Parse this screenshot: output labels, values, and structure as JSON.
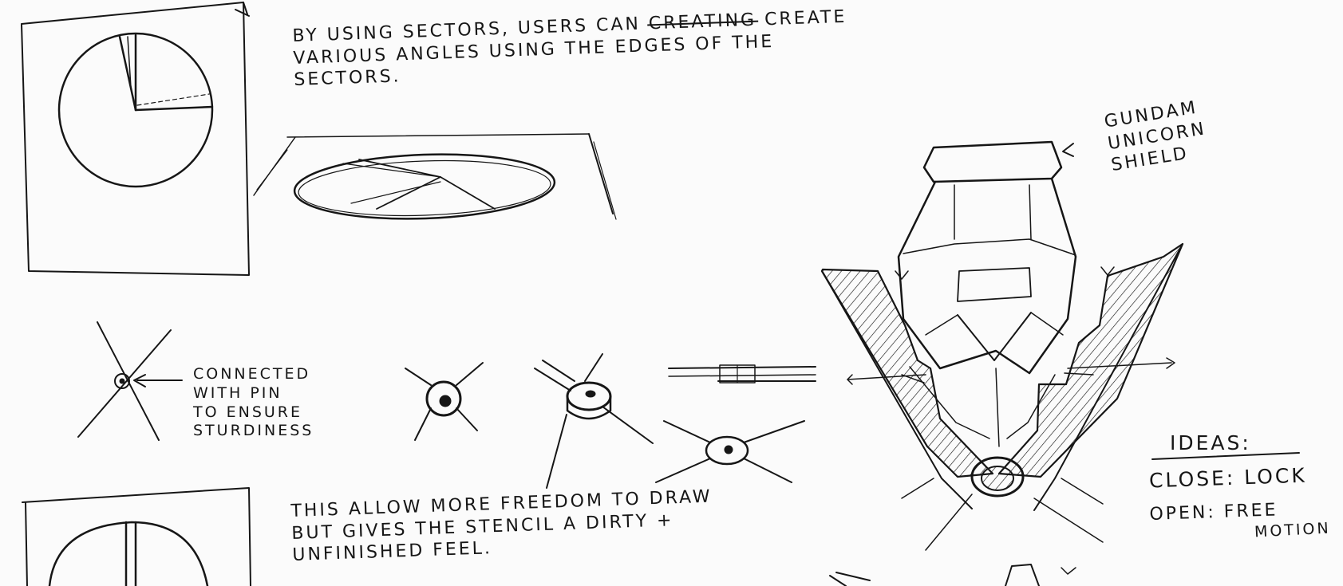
{
  "page": {
    "background": "#fbfbfb",
    "ink": "#161616"
  },
  "notes": {
    "sectors": {
      "line1_before": "BY USING SECTORS, USERS CAN ",
      "line1_struck": "CREATING",
      "line1_after": " CREATE",
      "line2": "VARIOUS ANGLES USING THE EDGES OF THE",
      "line3": "SECTORS."
    },
    "pin": {
      "line1": "CONNECTED",
      "line2": "WITH PIN",
      "line3": "TO ENSURE",
      "line4": "STURDINESS"
    },
    "freedom": {
      "line1": "THIS ALLOW MORE FREEDOM TO DRAW",
      "line2": "BUT GIVES THE STENCIL A DIRTY +",
      "line3": "UNFINISHED FEEL."
    },
    "reference": {
      "line1": "GUNDAM",
      "line2": "UNICORN",
      "line3": "SHIELD"
    },
    "ideas": {
      "heading": "IDEAS:",
      "close": "CLOSE: LOCK",
      "open": "OPEN: FREE",
      "open2": "MOTION"
    }
  },
  "icons": [
    "pin-arrow-icon"
  ]
}
